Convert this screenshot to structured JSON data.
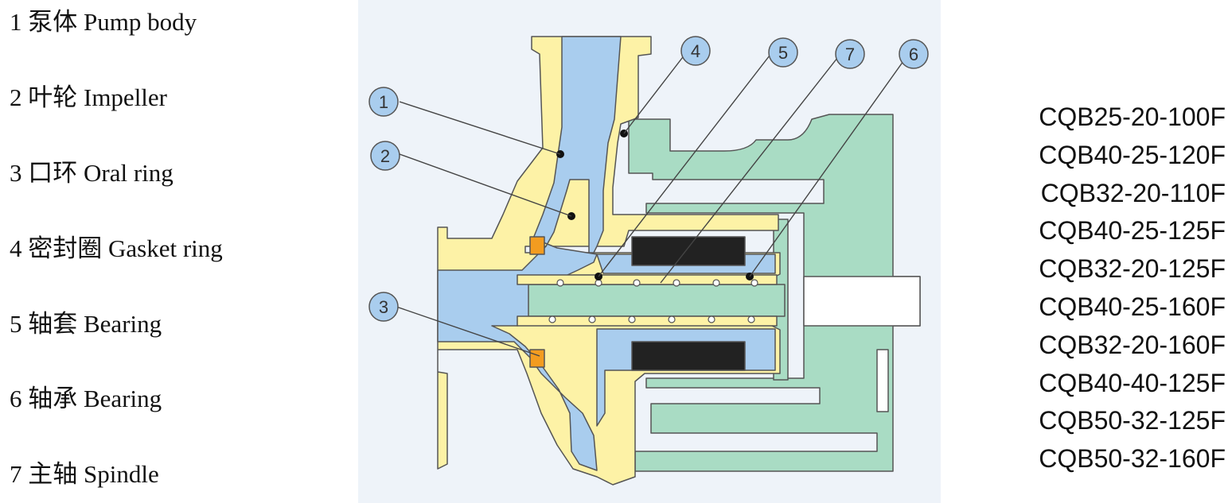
{
  "legend": [
    {
      "text": "1 泵体 Pump body"
    },
    {
      "text": "2 叶轮 Impeller"
    },
    {
      "text": "3 口环 Oral ring"
    },
    {
      "text": "4 密封圈 Gasket ring"
    },
    {
      "text": "5 轴套  Bearing"
    },
    {
      "text": "6 轴承  Bearing"
    },
    {
      "text": "7 主轴 Spindle"
    }
  ],
  "callouts": [
    "1",
    "2",
    "3",
    "4",
    "5",
    "7",
    "6"
  ],
  "models": [
    "CQB25-20-100F",
    "CQB40-25-120F",
    "CQB32-20-110F",
    "CQB40-25-125F",
    "CQB32-20-125F",
    "CQB40-25-160F",
    "CQB32-20-160F",
    "CQB40-40-125F",
    "CQB50-32-125F",
    "CQB50-32-160F"
  ],
  "colors": {
    "pump_body": "#fdf2a6",
    "fluid": "#a9cdee",
    "green_housing": "#a9dcc4",
    "magnet": "#222222",
    "oral_ring": "#f39c20",
    "callout_fill": "#a9cdee",
    "outline": "#555555"
  }
}
